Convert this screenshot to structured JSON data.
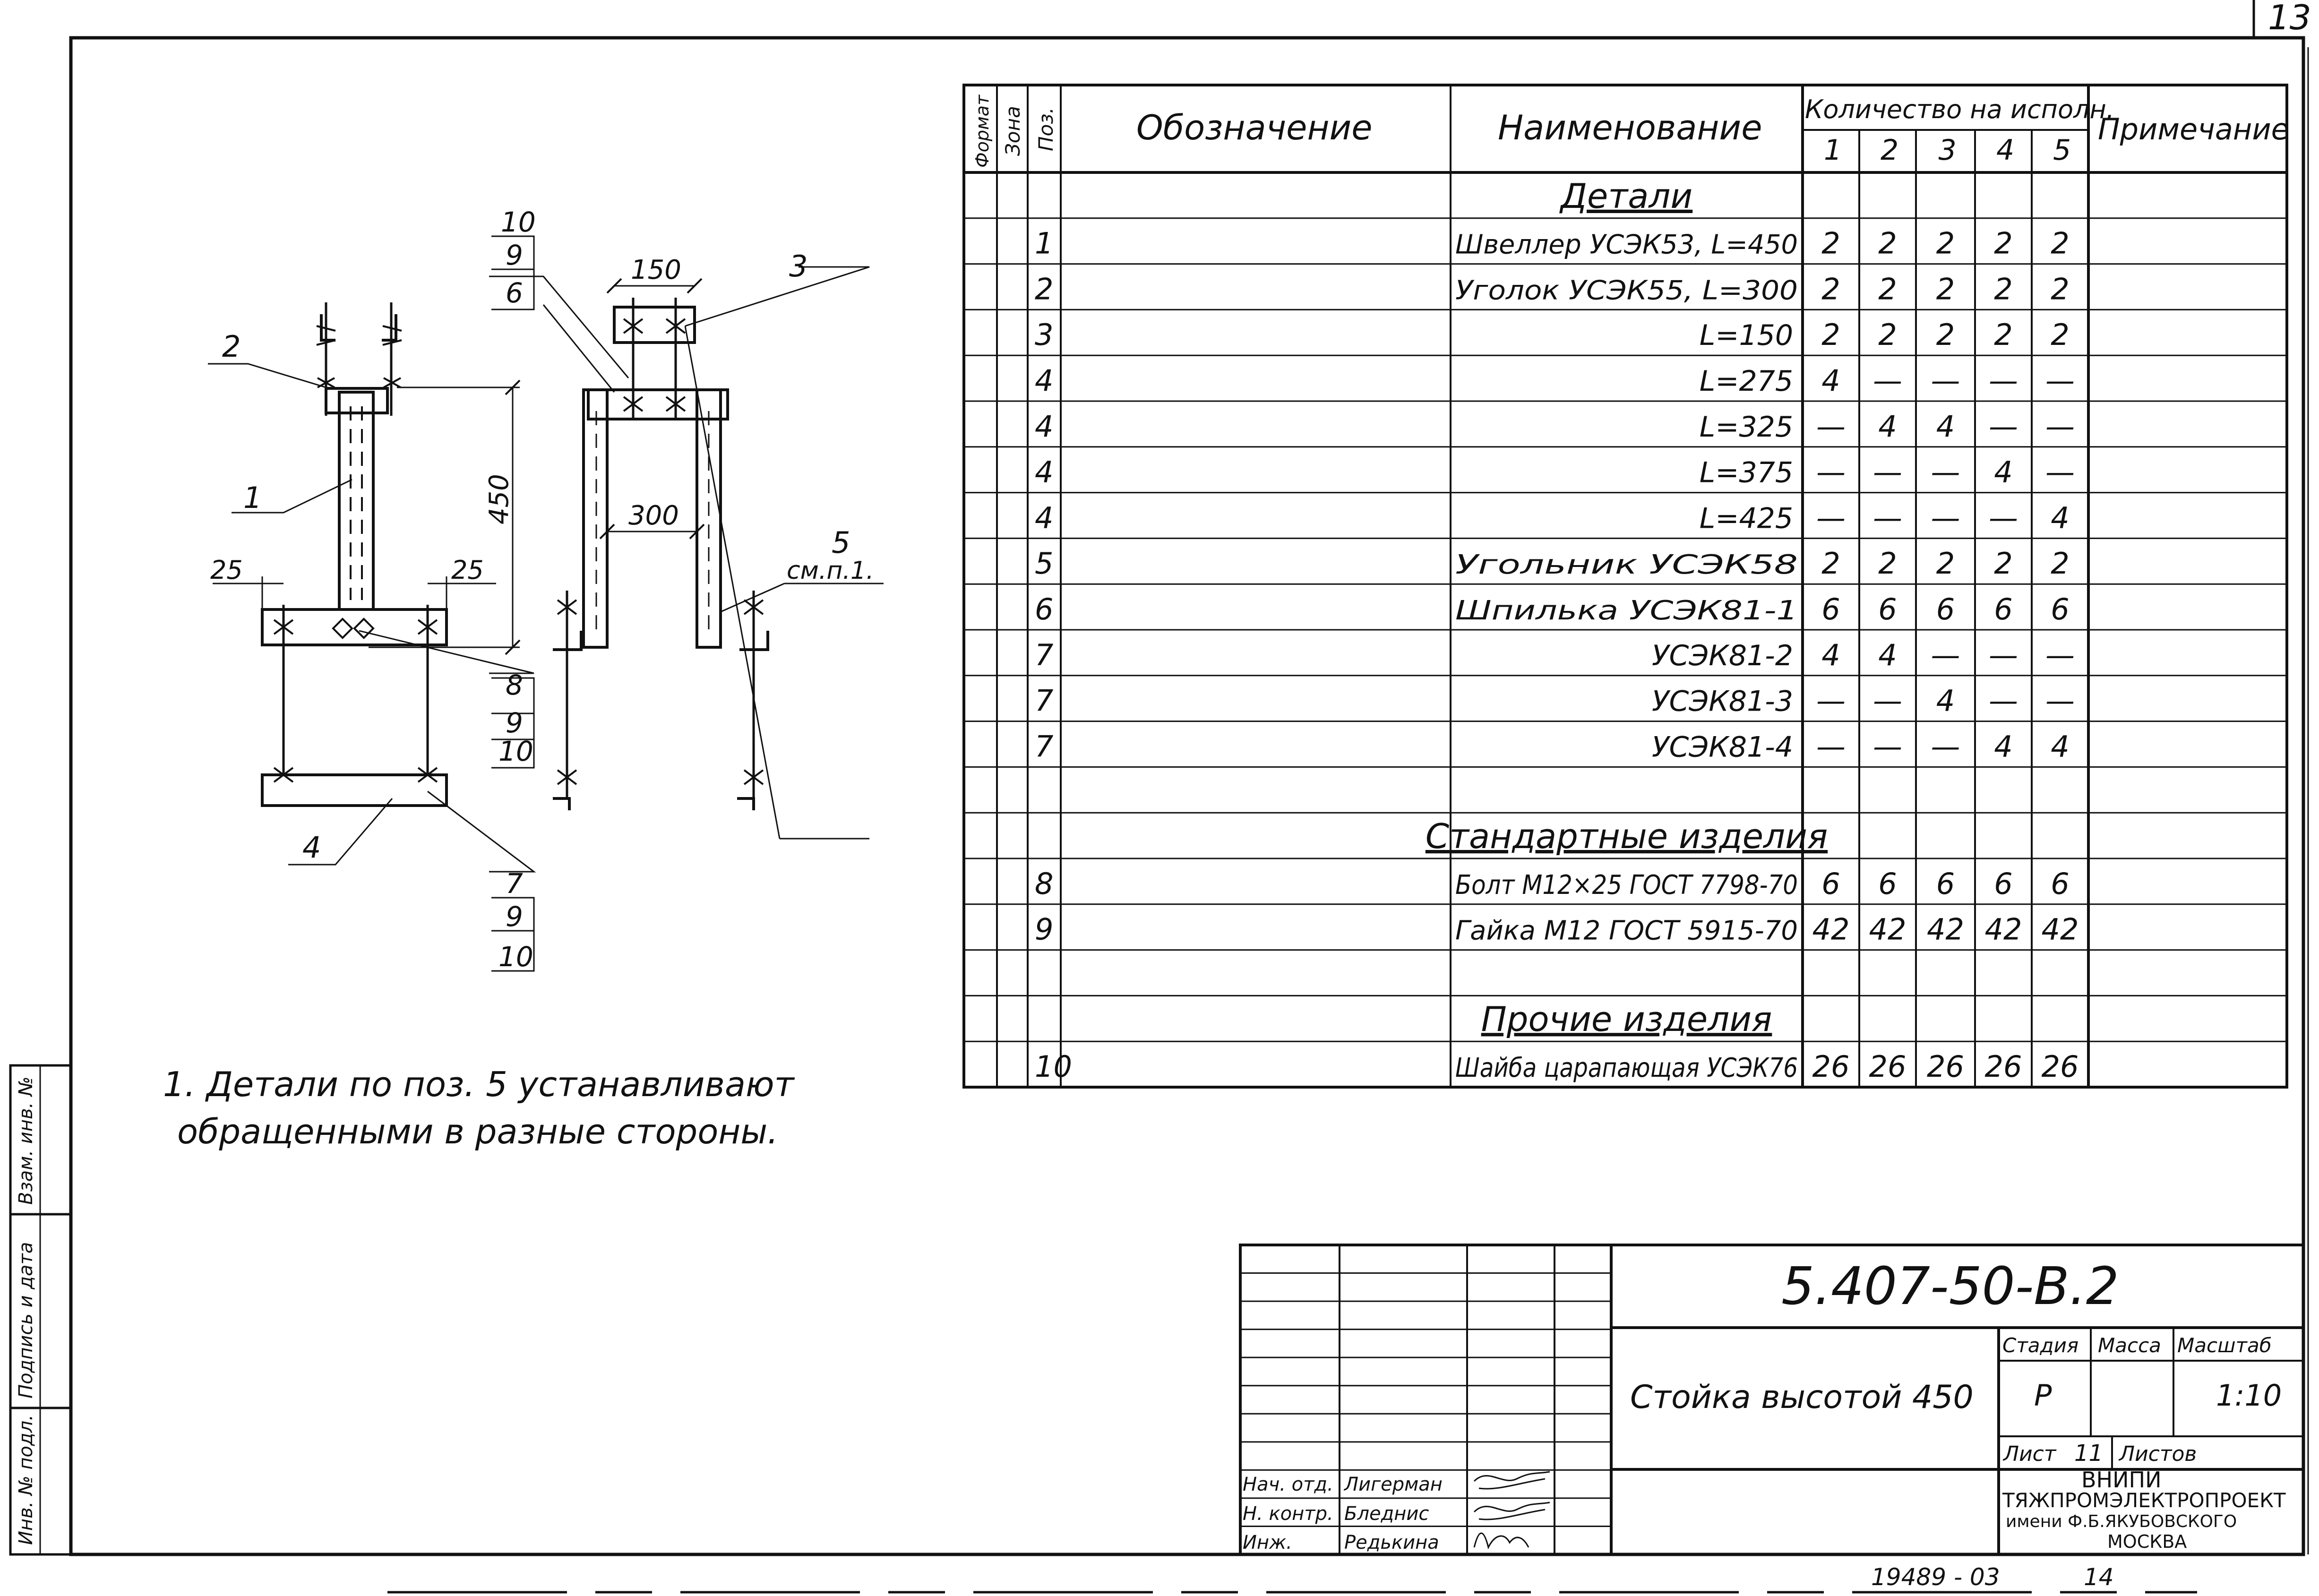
{
  "sheet": {
    "page_number": "13",
    "bottom_code": "19489 - 03",
    "bottom_code_suffix": "14"
  },
  "drawing": {
    "callouts": {
      "pos1": "1",
      "pos2": "2",
      "pos3": "3",
      "pos4": "4",
      "pos5": "5",
      "pos5_note": "см.п.1.",
      "stack_top": [
        "10",
        "9",
        "6"
      ],
      "stack_mid": [
        "8",
        "9",
        "10"
      ],
      "stack_bot": [
        "7",
        "9",
        "10"
      ]
    },
    "dims": {
      "d150": "150",
      "d450": "450",
      "d300": "300",
      "d25_left": "25",
      "d25_right": "25"
    }
  },
  "note": {
    "line1": "1. Детали по поз. 5 устанавливают",
    "line2": "обращенными в разные стороны."
  },
  "left_strip": {
    "f1": "Инв. № подл.",
    "f2": "Подпись и дата",
    "f3": "Взам. инв. №"
  },
  "spec": {
    "headers": {
      "format": "Формат",
      "zone": "Зона",
      "pos": "Поз.",
      "designation": "Обозначение",
      "name": "Наименование",
      "qty": "Количество на исполн.",
      "qty_cols": [
        "1",
        "2",
        "3",
        "4",
        "5"
      ],
      "note": "Примечание"
    },
    "rows": [
      {
        "pos": "",
        "name": "Детали",
        "section": true,
        "q": [
          "",
          "",
          "",
          "",
          ""
        ]
      },
      {
        "pos": "1",
        "name": "Швеллер УСЭК53, L=450",
        "q": [
          "2",
          "2",
          "2",
          "2",
          "2"
        ]
      },
      {
        "pos": "2",
        "name": "Уголок УСЭК55, L=300",
        "q": [
          "2",
          "2",
          "2",
          "2",
          "2"
        ]
      },
      {
        "pos": "3",
        "name": "L=150",
        "right": true,
        "q": [
          "2",
          "2",
          "2",
          "2",
          "2"
        ]
      },
      {
        "pos": "4",
        "name": "L=275",
        "right": true,
        "q": [
          "4",
          "—",
          "—",
          "—",
          "—"
        ]
      },
      {
        "pos": "4",
        "name": "L=325",
        "right": true,
        "q": [
          "—",
          "4",
          "4",
          "—",
          "—"
        ]
      },
      {
        "pos": "4",
        "name": "L=375",
        "right": true,
        "q": [
          "—",
          "—",
          "—",
          "4",
          "—"
        ]
      },
      {
        "pos": "4",
        "name": "L=425",
        "right": true,
        "q": [
          "—",
          "—",
          "—",
          "—",
          "4"
        ]
      },
      {
        "pos": "5",
        "name": "Угольник УСЭК58",
        "q": [
          "2",
          "2",
          "2",
          "2",
          "2"
        ]
      },
      {
        "pos": "6",
        "name": "Шпилька УСЭК81-1",
        "q": [
          "6",
          "6",
          "6",
          "6",
          "6"
        ]
      },
      {
        "pos": "7",
        "name": "УСЭК81-2",
        "right": true,
        "q": [
          "4",
          "4",
          "—",
          "—",
          "—"
        ]
      },
      {
        "pos": "7",
        "name": "УСЭК81-3",
        "right": true,
        "q": [
          "—",
          "—",
          "4",
          "—",
          "—"
        ]
      },
      {
        "pos": "7",
        "name": "УСЭК81-4",
        "right": true,
        "q": [
          "—",
          "—",
          "—",
          "4",
          "4"
        ]
      },
      {
        "pos": "",
        "name": "",
        "q": [
          "",
          "",
          "",
          "",
          ""
        ]
      },
      {
        "pos": "",
        "name": "Стандартные изделия",
        "section": true,
        "q": [
          "",
          "",
          "",
          "",
          ""
        ]
      },
      {
        "pos": "8",
        "name": "Болт М12×25 ГОСТ 7798-70",
        "q": [
          "6",
          "6",
          "6",
          "6",
          "6"
        ]
      },
      {
        "pos": "9",
        "name": "Гайка М12 ГОСТ 5915-70",
        "q": [
          "42",
          "42",
          "42",
          "42",
          "42"
        ]
      },
      {
        "pos": "",
        "name": "",
        "q": [
          "",
          "",
          "",
          "",
          ""
        ]
      },
      {
        "pos": "",
        "name": "Прочие изделия",
        "section": true,
        "q": [
          "",
          "",
          "",
          "",
          ""
        ]
      },
      {
        "pos": "10",
        "name": "Шайба царапающая УСЭК76",
        "q": [
          "26",
          "26",
          "26",
          "26",
          "26"
        ]
      }
    ]
  },
  "title_block": {
    "doc_code": "5.407-50-В.2",
    "title": "Стойка высотой 450",
    "stage_label": "Стадия",
    "mass_label": "Масса",
    "scale_label": "Масштаб",
    "stage": "Р",
    "mass": "",
    "scale": "1:10",
    "sheet_label": "Лист",
    "sheet_no": "11",
    "sheets_label": "Листов",
    "sheets": "",
    "org": [
      "ВНИПИ",
      "ТЯЖПРОМЭЛЕКТРОПРОЕКТ",
      "имени Ф.Б.ЯКУБОВСКОГО",
      "МОСКВА"
    ],
    "signers": [
      {
        "role": "Нач. отд.",
        "name": "Лигерман"
      },
      {
        "role": "Н. контр.",
        "name": "Бледнис"
      },
      {
        "role": "Инж.",
        "name": "Редькина"
      }
    ]
  }
}
